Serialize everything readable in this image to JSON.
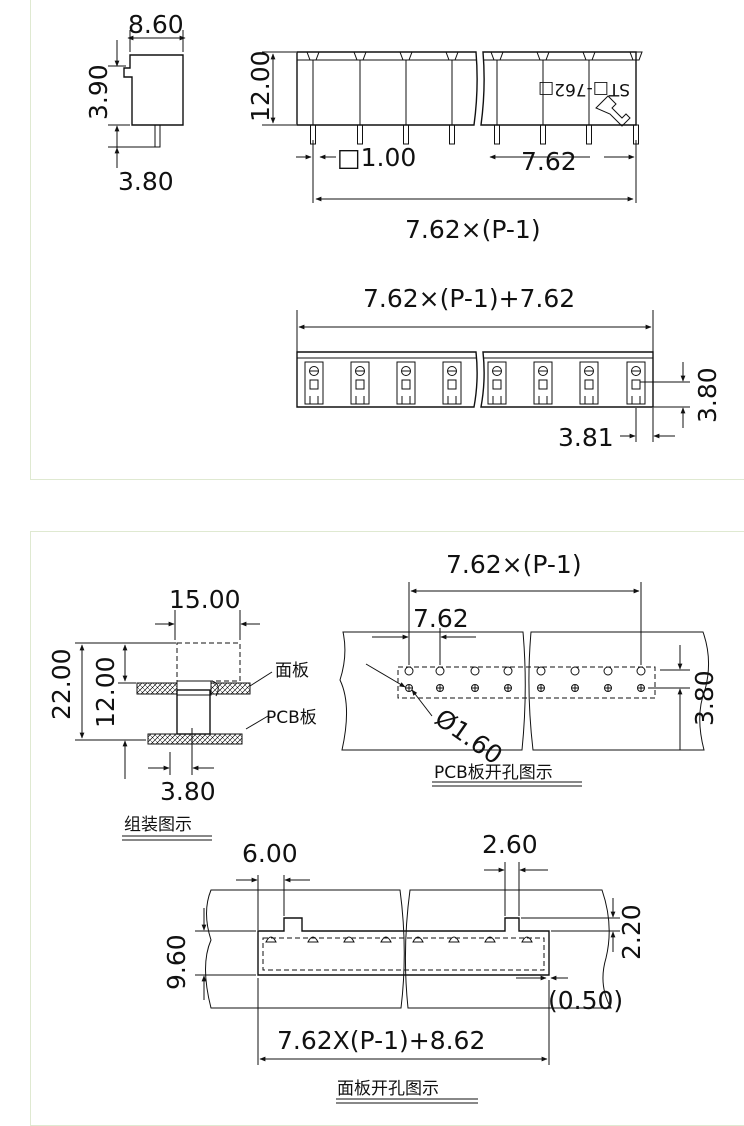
{
  "top_drawing": {
    "side_view": {
      "width_dim": "8.60",
      "height_dim": "3.90",
      "pin_dim": "3.80"
    },
    "front_view": {
      "height_dim": "12.00",
      "pin_width_dim": "□1.00",
      "pitch_dim": "7.62",
      "span_dim": "7.62×(P-1)",
      "part_mark": "ST□-762□"
    },
    "bottom_view": {
      "length_dim": "7.62×(P-1)+7.62",
      "depth_dim": "3.80",
      "offset_dim": "3.81"
    }
  },
  "assembly": {
    "width_dim": "15.00",
    "total_height_dim": "22.00",
    "panel_height_dim": "12.00",
    "pin_dim": "3.80",
    "panel_label": "面板",
    "pcb_label": "PCB板",
    "caption": "组装图示"
  },
  "pcb_layout": {
    "span_dim": "7.62×(P-1)",
    "pitch_dim": "7.62",
    "hole_dim": "Ø1.60",
    "row_dim": "3.80",
    "caption": "PCB板开孔图示"
  },
  "panel_cutout": {
    "slot_dim": "6.00",
    "notch_dim": "2.60",
    "height_dim": "9.60",
    "notch_height_dim": "2.20",
    "clearance_dim": "(0.50)",
    "length_dim": "7.62X(P-1)+8.62",
    "caption": "面板开孔图示"
  }
}
